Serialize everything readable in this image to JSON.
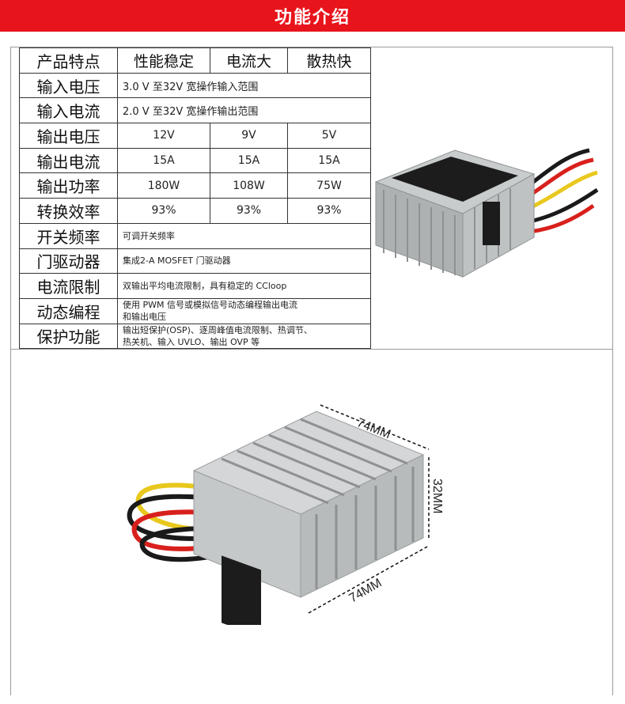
{
  "banner": {
    "title": "功能介绍"
  },
  "table": {
    "headers": [
      "产品特点",
      "性能稳定",
      "电流大",
      "散热快"
    ],
    "rows_triple": [
      {
        "label": "输出电压",
        "v1": "12V",
        "v2": "9V",
        "v3": "5V"
      },
      {
        "label": "输出电流",
        "v1": "15A",
        "v2": "15A",
        "v3": "15A"
      },
      {
        "label": "输出功率",
        "v1": "180W",
        "v2": "108W",
        "v3": "75W"
      },
      {
        "label": "转换效率",
        "v1": "93%",
        "v2": "93%",
        "v3": "93%"
      }
    ],
    "input_voltage": {
      "label": "输入电压",
      "value": "3.0 V 至32V 宽操作输入范围"
    },
    "input_current": {
      "label": "输入电流",
      "value": "2.0 V 至32V 宽操作输出范围"
    },
    "switch_freq": {
      "label": "开关频率",
      "value": "可调开关频率"
    },
    "gate_driver": {
      "label": "门驱动器",
      "value": "集成2-A MOSFET 门驱动器"
    },
    "current_limit": {
      "label": "电流限制",
      "value": "双输出平均电流限制，具有稳定的 CCloop"
    },
    "dynamic_prog": {
      "label": "动态编程",
      "line1": "使用 PWM 信号或模拟信号动态编程输出电流",
      "line2": "和输出电压"
    },
    "protection": {
      "label": "保护功能",
      "line1": "输出短保护(OSP)、逐周峰值电流限制、热调节、",
      "line2": "热关机、输入 UVLO、输出 OVP 等"
    }
  },
  "dimensions": {
    "length": "74MM",
    "height": "32MM",
    "width": "74MM"
  },
  "colors": {
    "banner": "#e8141b",
    "wire_yellow": "#e8c81e",
    "wire_red": "#d8201c",
    "wire_black": "#1a1a1a"
  }
}
